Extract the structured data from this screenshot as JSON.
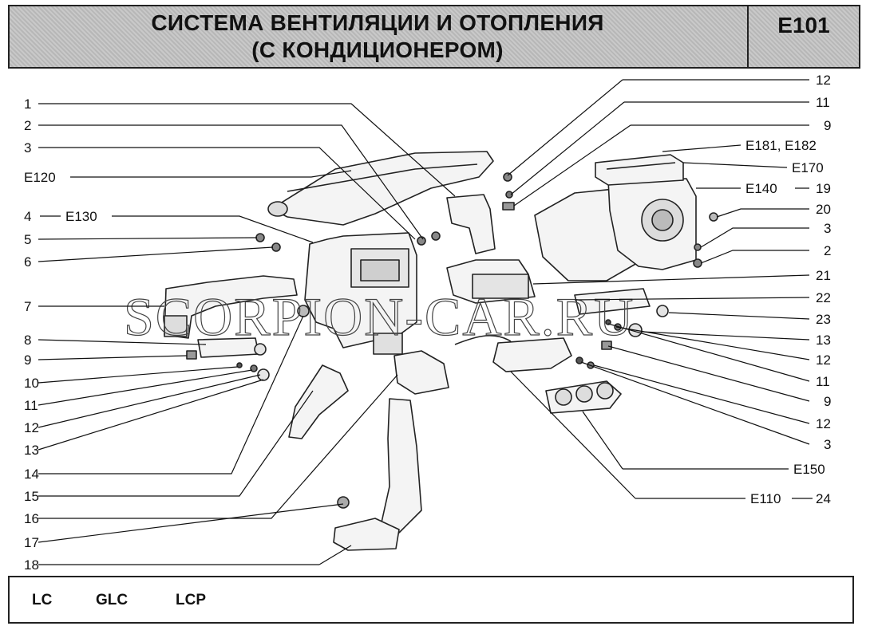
{
  "header": {
    "title_line1": "СИСТЕМА ВЕНТИЛЯЦИИ И ОТОПЛЕНИЯ",
    "title_line2": "(С КОНДИЦИОНЕРОМ)",
    "code": "E101"
  },
  "watermark": "SCORPION-CAR.RU",
  "left_labels": [
    "1",
    "2",
    "3",
    "E120",
    "4",
    "E130",
    "5",
    "6",
    "7",
    "8",
    "9",
    "10",
    "11",
    "12",
    "13",
    "14",
    "15",
    "16",
    "17",
    "18"
  ],
  "right_labels": [
    "12",
    "11",
    "9",
    "E181, E182",
    "E170",
    "E140",
    "19",
    "20",
    "3",
    "2",
    "21",
    "22",
    "23",
    "13",
    "12",
    "11",
    "9",
    "12",
    "3",
    "E150",
    "E110",
    "24"
  ],
  "footer": {
    "versions": [
      "LC",
      "GLC",
      "LCP"
    ]
  }
}
